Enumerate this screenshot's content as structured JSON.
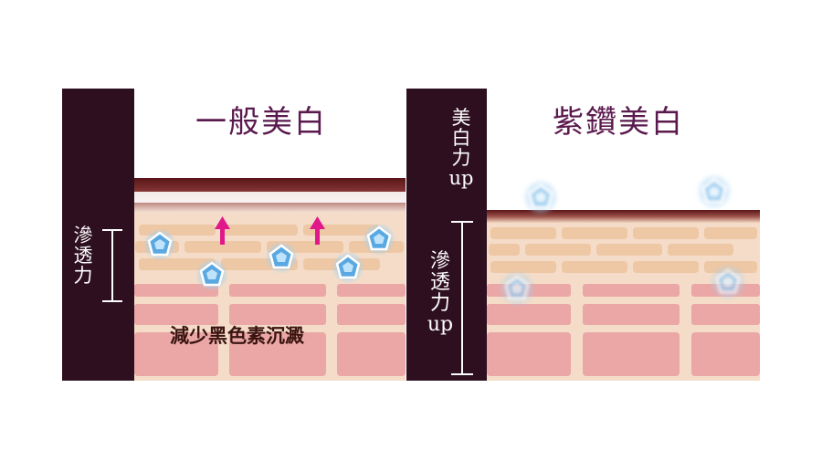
{
  "left_panel": {
    "title": "一般美白",
    "side_label": [
      "滲",
      "透",
      "力"
    ],
    "caption": "減少黑色素沉澱"
  },
  "right_panel": {
    "title": "紫鑽美白",
    "top_label": [
      "美",
      "白",
      "力",
      "up"
    ],
    "side_label": [
      "滲",
      "透",
      "力",
      "up"
    ]
  },
  "colors": {
    "side_bar": "#2e0f20",
    "title": "#5b1a4e",
    "skin_top": "#6e1d24",
    "skin_layer": "#f1d3bc",
    "cell_light": "#eec7a4",
    "cell_deep": "#eaa7a6",
    "arrow": "#e0188a",
    "crystal": "#67b2e6"
  }
}
